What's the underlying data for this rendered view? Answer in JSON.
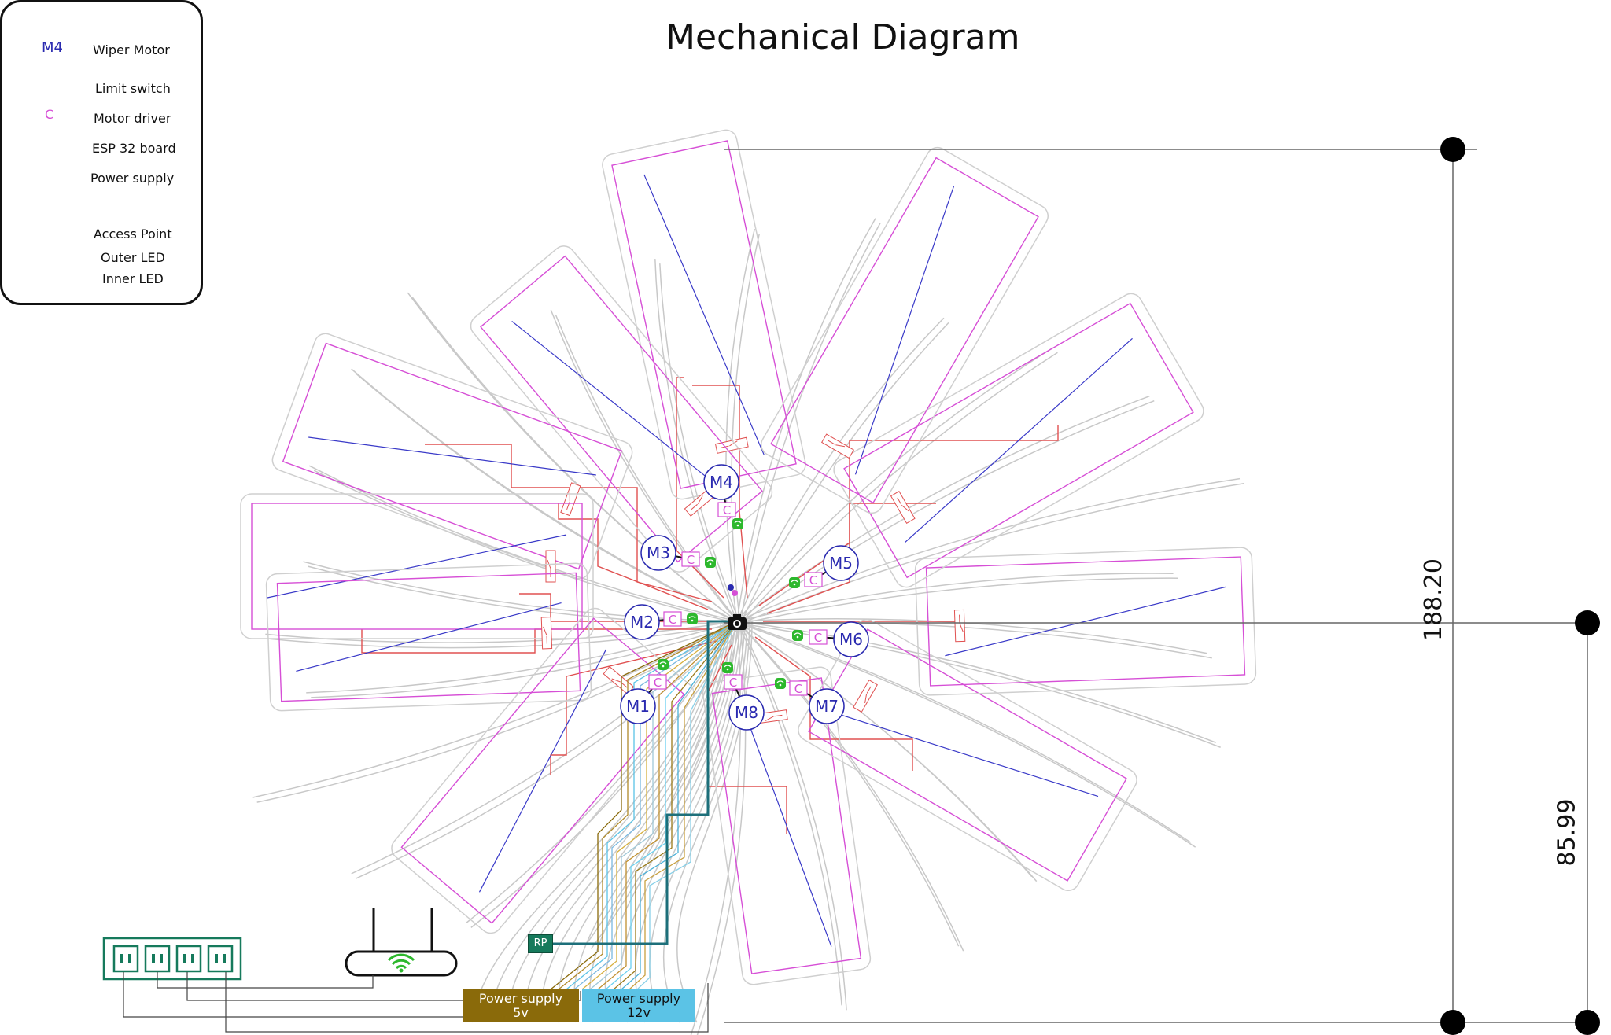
{
  "title": "Mechanical Diagram",
  "legend": {
    "items": [
      {
        "symbol": "M4",
        "label": "Wiper Motor",
        "icon": "wiper-motor-icon"
      },
      {
        "label": "Limit switch",
        "icon": "limit-switch-icon"
      },
      {
        "symbol": "C",
        "label": "Motor driver",
        "icon": "motor-driver-icon"
      },
      {
        "label": "ESP 32 board",
        "icon": "esp32-icon"
      },
      {
        "label": "Power supply",
        "icon": "camera-icon"
      },
      {
        "label": "Access Point",
        "icon": "router-icon"
      },
      {
        "label": "Outer LED",
        "color": "#d64fd6"
      },
      {
        "label": "Inner LED",
        "color": "#3a3ac8"
      }
    ]
  },
  "motors": [
    "M1",
    "M2",
    "M3",
    "M4",
    "M5",
    "M6",
    "M7",
    "M8"
  ],
  "driver_symbol": "C",
  "dimensions": {
    "height_total": "188.20",
    "height_lower": "85.99"
  },
  "power": {
    "rp_label": "RP",
    "supply_5v": {
      "line1": "Power supply",
      "line2": "5v",
      "color": "#8a6a0a"
    },
    "supply_12v": {
      "line1": "Power supply",
      "line2": "12v",
      "color": "#5bc3e6"
    }
  },
  "colors": {
    "wire": "#e05050",
    "outer_led": "#d64fd6",
    "inner_led": "#3a3ac8",
    "motor": "#2a2ab0",
    "esp": "#2db82d",
    "outlet": "#167a5c"
  }
}
